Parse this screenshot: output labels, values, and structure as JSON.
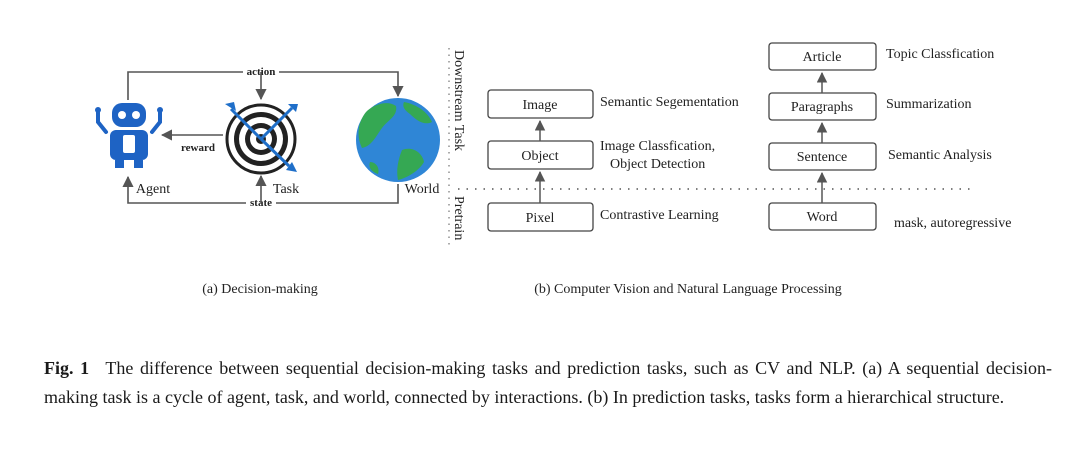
{
  "panel_a": {
    "arrow_action": "action",
    "arrow_reward": "reward",
    "arrow_state": "state",
    "agent_label": "Agent",
    "task_label": "Task",
    "world_label": "World",
    "sub_caption": "(a) Decision-making",
    "icons": [
      "robot-icon",
      "target-icon",
      "globe-icon"
    ]
  },
  "panel_b": {
    "downstream_label": "Downstream Task",
    "pretrain_label": "Pretrain",
    "cv": {
      "boxes": [
        "Image",
        "Object",
        "Pixel"
      ],
      "tasks": [
        "Semantic Segementation",
        "Image Classfication,",
        "Object Detection",
        "Contrastive Learning"
      ]
    },
    "nlp": {
      "boxes": [
        "Article",
        "Paragraphs",
        "Sentence",
        "Word"
      ],
      "tasks": [
        "Topic Classfication",
        "Summarization",
        "Semantic Analysis",
        "mask, autoregressive"
      ]
    },
    "sub_caption": "(b) Computer Vision and Natural Language Processing"
  },
  "caption": {
    "label": "Fig. 1",
    "text": "The difference between sequential decision-making tasks and prediction tasks, such as CV and NLP. (a) A sequential decision-making task is a cycle of agent, task, and world, connected by interactions. (b) In prediction tasks, tasks form a hierarchical structure."
  },
  "colors": {
    "robot_blue": "#1e63c4",
    "ocean_blue": "#2f86d6",
    "land_green": "#35a853",
    "arrow_gray": "#555555",
    "box_stroke": "#444444",
    "target_dart": "#1f6fc9"
  }
}
